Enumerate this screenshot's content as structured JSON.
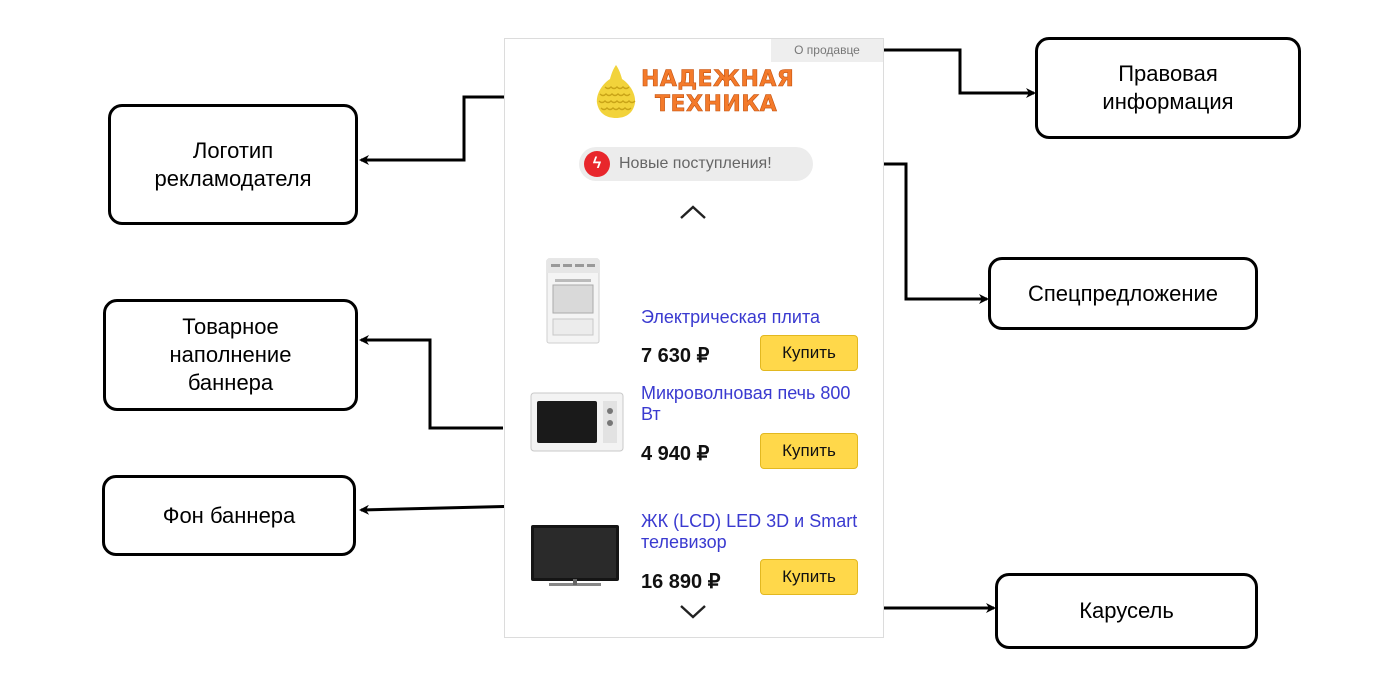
{
  "banner": {
    "seller_link": "О продавце",
    "logo_text_line1": "НАДЕЖНАЯ",
    "logo_text_line2": "ТЕХНИКА",
    "promo_icon": "lightning-icon",
    "promo_text": "Новые поступления!",
    "products": [
      {
        "name": "Электрическая плита",
        "price": "7 630 ₽",
        "buy_label": "Купить",
        "icon": "electric-stove"
      },
      {
        "name": "Микроволновая печь 800 Вт",
        "price": "4 940 ₽",
        "buy_label": "Купить",
        "icon": "microwave-oven"
      },
      {
        "name": "ЖК (LCD) LED 3D и Smart телевизор",
        "price": "16 890 ₽",
        "buy_label": "Купить",
        "icon": "tv-set"
      }
    ],
    "colors": {
      "logo_orange": "#f47a2a",
      "logo_pear": "#f2d33b",
      "promo_red": "#e8262c",
      "buy_yellow": "#ffd84a",
      "link_blue": "#3a3ad0"
    }
  },
  "callouts": {
    "legal": "Правовая\nинформация",
    "logo": "Логотип\nрекламодателя",
    "special": "Спецпредложение",
    "products": "Товарное\nнаполнение\nбаннера",
    "background": "Фон баннера",
    "carousel": "Карусель"
  }
}
